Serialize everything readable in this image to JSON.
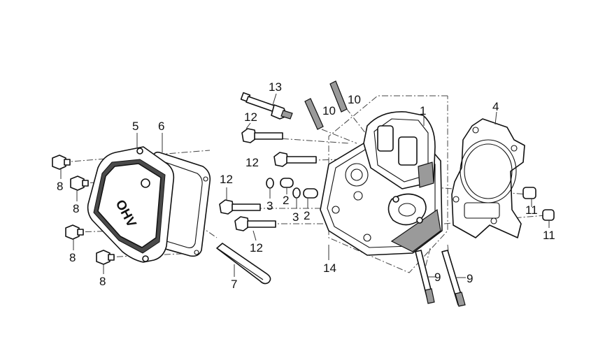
{
  "diagram": {
    "callouts": {
      "c1": "1",
      "c4": "4",
      "c5": "5",
      "c6": "6",
      "c7": "7",
      "c8a": "8",
      "c8b": "8",
      "c8c": "8",
      "c8d": "8",
      "c9a": "9",
      "c9b": "9",
      "c10a": "10",
      "c10b": "10",
      "c11a": "11",
      "c11b": "11",
      "c12a": "12",
      "c12b": "12",
      "c12c": "12",
      "c12d": "12",
      "c13": "13",
      "c14": "14",
      "c2a": "2",
      "c2b": "2",
      "c3a": "3",
      "c3b": "3"
    },
    "cover_logo": "OHV"
  }
}
